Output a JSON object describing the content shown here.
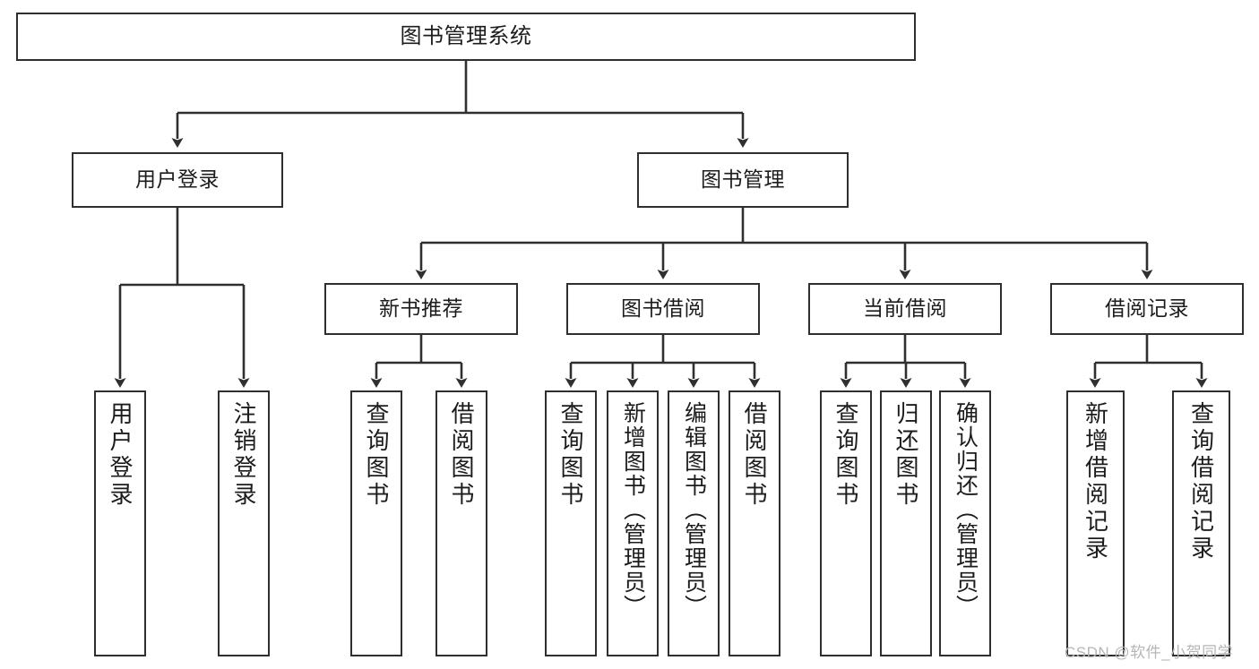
{
  "diagram": {
    "title": "图书管理系统",
    "type": "tree",
    "root": {
      "label": "图书管理系统"
    },
    "level2": [
      {
        "label": "用户登录"
      },
      {
        "label": "图书管理"
      }
    ],
    "level3": [
      {
        "label": "新书推荐"
      },
      {
        "label": "图书借阅"
      },
      {
        "label": "当前借阅"
      },
      {
        "label": "借阅记录"
      }
    ],
    "leaves": [
      {
        "label": "用户登录",
        "parent": "用户登录"
      },
      {
        "label": "注销登录",
        "parent": "用户登录"
      },
      {
        "label": "查询图书",
        "parent": "新书推荐"
      },
      {
        "label": "借阅图书",
        "parent": "新书推荐"
      },
      {
        "label": "查询图书",
        "parent": "图书借阅"
      },
      {
        "label": "新增图书（管理员）",
        "parent": "图书借阅"
      },
      {
        "label": "编辑图书（管理员）",
        "parent": "图书借阅"
      },
      {
        "label": "借阅图书",
        "parent": "图书借阅"
      },
      {
        "label": "查询图书",
        "parent": "当前借阅"
      },
      {
        "label": "归还图书",
        "parent": "当前借阅"
      },
      {
        "label": "确认归还（管理员）",
        "parent": "当前借阅"
      },
      {
        "label": "新增借阅记录",
        "parent": "借阅记录"
      },
      {
        "label": "查询借阅记录",
        "parent": "借阅记录"
      }
    ]
  },
  "watermark": {
    "text": "CSDN @软件_小贺同学"
  },
  "colors": {
    "stroke": "#2f2f2f",
    "fill": "#ffffff",
    "text": "#1c1c1c",
    "watermark": "#b6b6b6"
  }
}
